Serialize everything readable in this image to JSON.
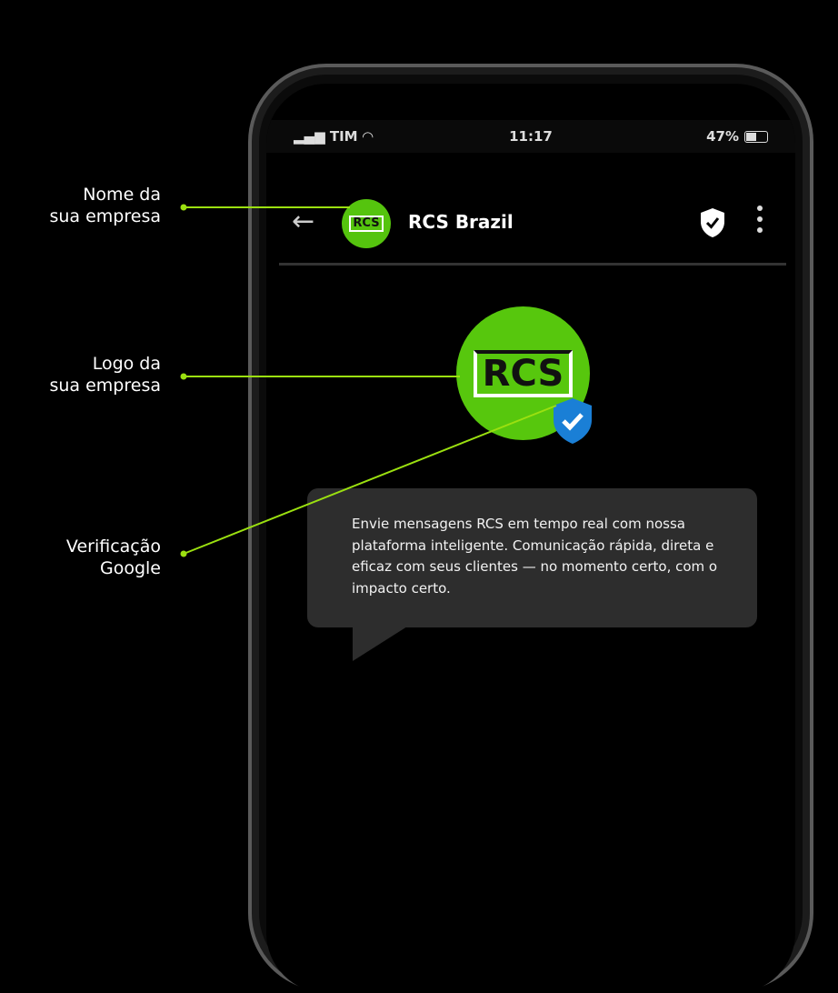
{
  "status_bar": {
    "carrier": "TIM",
    "time": "11:17",
    "battery": "47%",
    "battery_level": 0.47
  },
  "header": {
    "back_icon": "arrow-left",
    "avatar_text": "RCS",
    "title": "RCS Brazil",
    "verified_icon": "shield-check",
    "menu_icon": "more-vertical"
  },
  "profile": {
    "logo_text": "RCS",
    "badge_icon": "blue-shield-check"
  },
  "message": {
    "text": "Envie mensagens RCS em tempo real com nossa plataforma inteligente. Comunicação rápida, direta e eficaz com seus clientes — no momento certo, com o impacto certo."
  },
  "annotations": [
    {
      "line1": "Nome da",
      "line2": "sua empresa"
    },
    {
      "line1": "Logo da",
      "line2": "sua empresa"
    },
    {
      "line1": "Verificação",
      "line2": "Google"
    }
  ],
  "colors": {
    "accent": "#57c70d",
    "line": "#9be010",
    "badge": "#1a7fd6",
    "bubble": "#2d2d2d"
  }
}
